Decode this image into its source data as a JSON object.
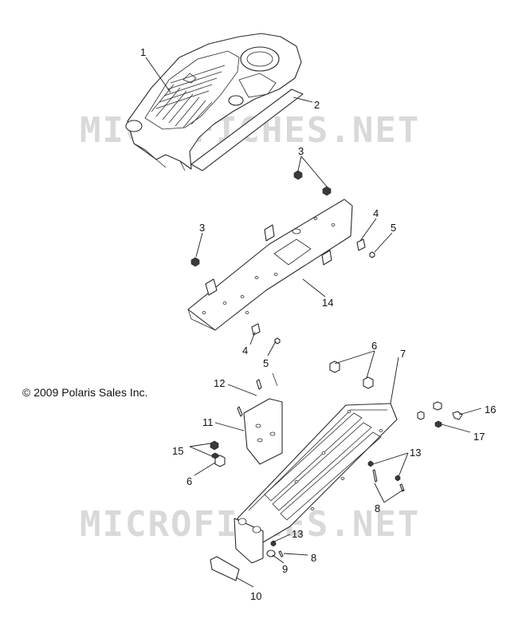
{
  "copyright": "© 2009 Polaris Sales Inc.",
  "watermark": "MICROFICHES.NET",
  "callouts": {
    "c1": "1",
    "c2": "2",
    "c3a": "3",
    "c3b": "3",
    "c4a": "4",
    "c4b": "4",
    "c5a": "5",
    "c5b": "5",
    "c6a": "6",
    "c6b": "6",
    "c7": "7",
    "c8a": "8",
    "c8b": "8",
    "c9": "9",
    "c10": "10",
    "c11": "11",
    "c12": "12",
    "c13a": "13",
    "c13b": "13",
    "c14": "14",
    "c15": "15",
    "c16": "16",
    "c17": "17"
  }
}
